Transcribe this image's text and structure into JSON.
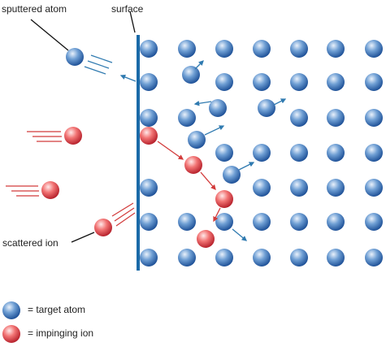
{
  "labels": {
    "sputtered_atom": "sputtered atom",
    "surface": "surface",
    "scattered_ion": "scattered ion"
  },
  "legend": {
    "target_atom": "= target atom",
    "impinging_ion": "= impinging ion"
  },
  "colors": {
    "surface": "#1a6aa8",
    "target_atom_light": "#e9f1fb",
    "target_atom_mid": "#6f9fd4",
    "target_atom_dark": "#1c4f96",
    "ion_light": "#ffe9e9",
    "ion_mid": "#f27474",
    "ion_dark": "#b51f2a",
    "arrow_blue": "#2f7ab0",
    "arrow_red": "#d23a3a",
    "callout_line": "#111111"
  }
}
